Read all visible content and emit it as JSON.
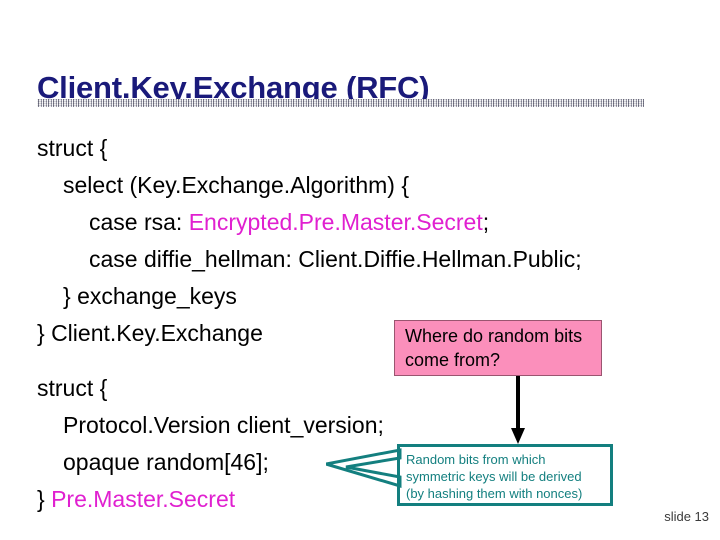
{
  "slide": {
    "title": "Client.Key.Exchange (RFC)",
    "number_label": "slide 13",
    "accent_colors": {
      "title_blue": "#1a1a7a",
      "highlight_magenta": "#e020d0",
      "callout_pink": "#fb8fbb",
      "callout_teal": "#137f7f",
      "body_black": "#000000"
    }
  },
  "code_block_top": {
    "lines": [
      {
        "indent": 0,
        "text": "struct {"
      },
      {
        "indent": 1,
        "text": "select (Key.Exchange.Algorithm) {"
      },
      {
        "indent": 2,
        "pre": "case rsa: ",
        "highlight": "Encrypted.Pre.Master.Secret",
        "post": ";"
      },
      {
        "indent": 2,
        "text": "case diffie_hellman: Client.Diffie.Hellman.Public;"
      },
      {
        "indent": 1,
        "text": "} exchange_keys"
      },
      {
        "indent": 0,
        "text": "} Client.Key.Exchange"
      }
    ]
  },
  "code_block_bottom": {
    "lines": [
      {
        "indent": 0,
        "text": "struct {"
      },
      {
        "indent": 1,
        "text": "Protocol.Version client_version;"
      },
      {
        "indent": 1,
        "text": "opaque random[46];"
      },
      {
        "indent": 0,
        "pre": "} ",
        "highlight": "Pre.Master.Secret",
        "post": ""
      }
    ]
  },
  "pink_callout": {
    "text": "Where do random bits come from?"
  },
  "teal_callout": {
    "text": "Random bits from which\nsymmetric keys will be derived\n(by hashing them with nonces)"
  }
}
